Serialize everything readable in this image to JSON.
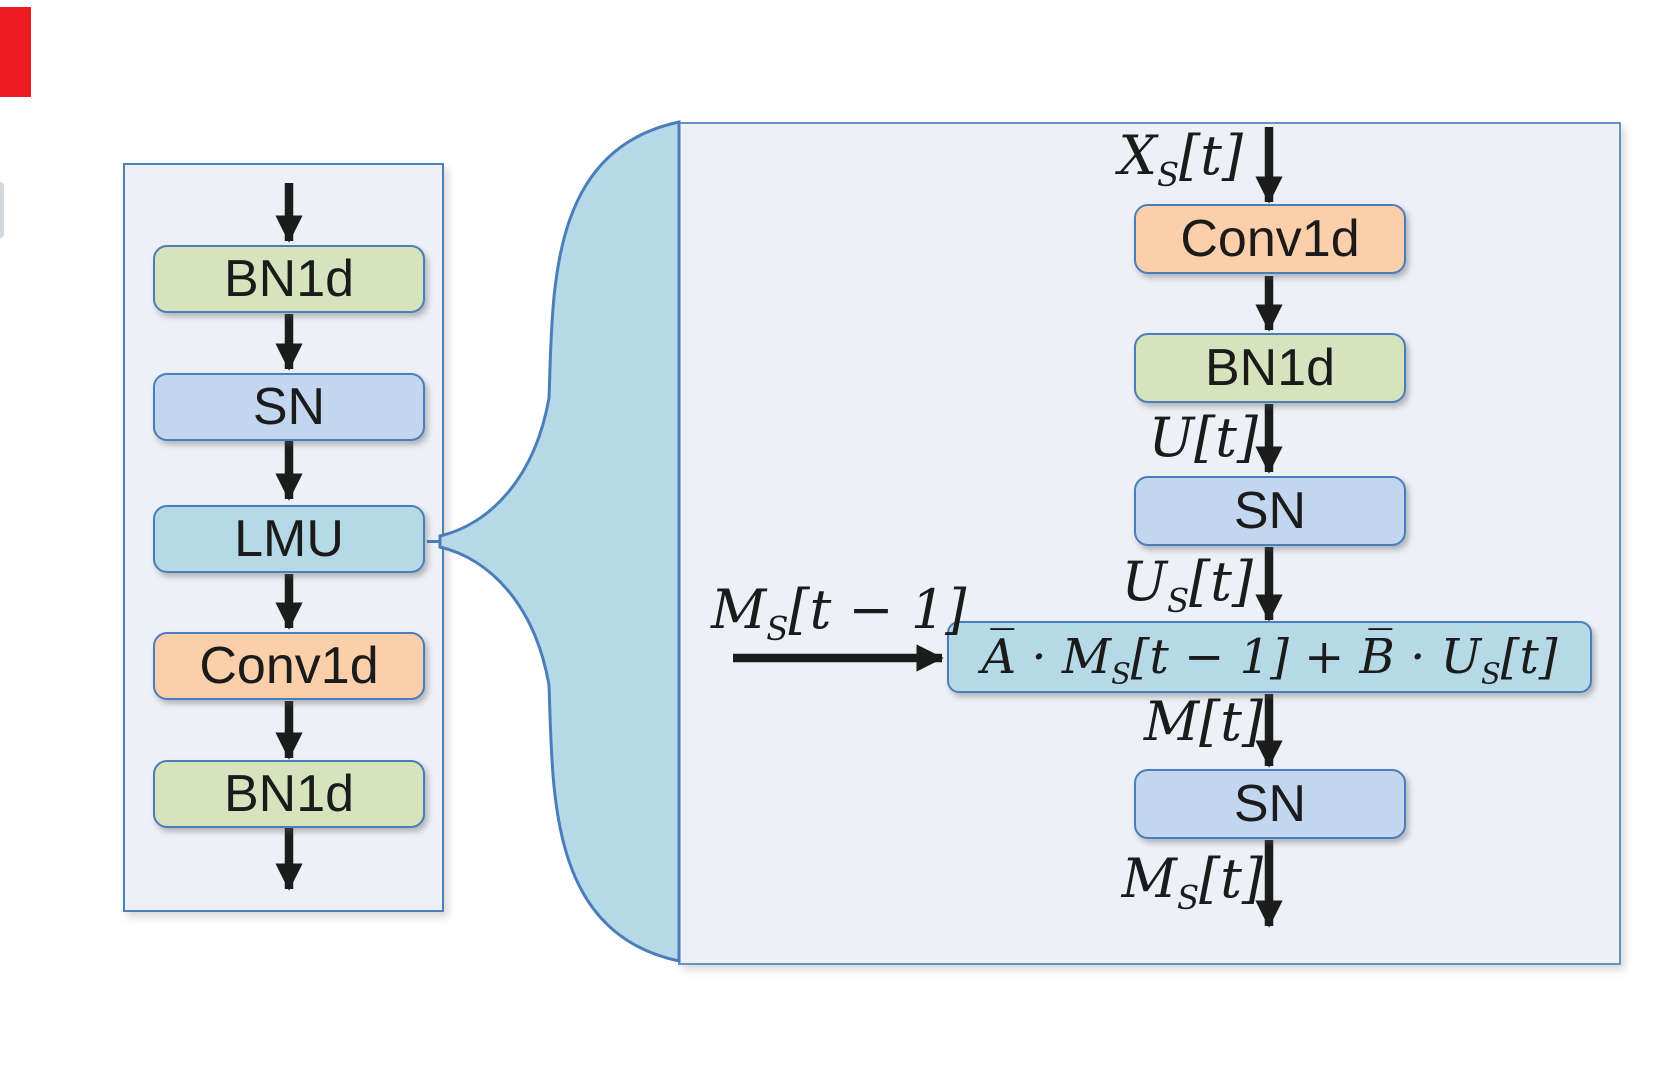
{
  "figure": {
    "type": "diagram",
    "description": "Spiking LMU block architecture: left column network stack with zoom-out callout expanding the LMU cell on the right"
  },
  "colors": {
    "panel_fill": "#edf1f7",
    "panel_border": "#4e7fb8",
    "panel_border_right": "#6a91c1",
    "box_border": "#4a7ebb",
    "green": "#d6e4bd",
    "blue": "#c3d6ef",
    "cyan": "#b5d9e6",
    "peach": "#fbcfa9",
    "arrow": "#1c1c1c",
    "text": "#1b1b1b",
    "red_marker": "#ee1c25"
  },
  "left_panel": {
    "boxes": [
      {
        "label": "BN1d",
        "type": "batchnorm"
      },
      {
        "label": "SN",
        "type": "spiking-neuron"
      },
      {
        "label": "LMU",
        "type": "lmu"
      },
      {
        "label": "Conv1d",
        "type": "convolution"
      },
      {
        "label": "BN1d",
        "type": "batchnorm"
      }
    ]
  },
  "right_panel": {
    "boxes": [
      {
        "label": "Conv1d",
        "type": "convolution"
      },
      {
        "label": "BN1d",
        "type": "batchnorm"
      },
      {
        "label": "SN",
        "type": "spiking-neuron"
      },
      {
        "label": "SN",
        "type": "spiking-neuron"
      }
    ],
    "state_update": {
      "p1": "A̅ · M",
      "s1": "S",
      "p2": "[t − 1] + B̅ · U",
      "s2": "S",
      "p3": "[t]"
    }
  },
  "labels": {
    "xst": {
      "base": "X",
      "sub": "S",
      "rest": "[t]"
    },
    "ut": {
      "base": "U",
      "sub": "",
      "rest": "[t]"
    },
    "ust": {
      "base": "U",
      "sub": "S",
      "rest": "[t]"
    },
    "mt": {
      "base": "M",
      "sub": "",
      "rest": "[t]"
    },
    "mst": {
      "base": "M",
      "sub": "S",
      "rest": "[t]"
    },
    "mst_prev": {
      "base": "M",
      "sub": "S",
      "rest": "[t − 1]"
    }
  }
}
